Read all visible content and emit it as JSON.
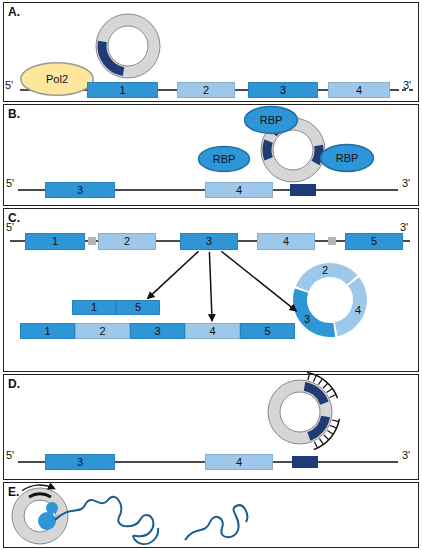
{
  "diagram": {
    "nodes": [
      {
        "text": [
          "A."
        ]
      },
      {
        "text": [
          "Pol2"
        ],
        "in": 0
      },
      {
        "text": [
          "1"
        ],
        "in": 0
      },
      {
        "text": [
          "2"
        ],
        "in": 0
      },
      {
        "text": [
          "3"
        ],
        "in": 0
      },
      {
        "text": [
          "4"
        ],
        "in": 0
      },
      {
        "text": [
          "B."
        ]
      },
      {
        "text": [
          "RBP"
        ],
        "in": 6
      },
      {
        "text": [
          "RBP"
        ],
        "in": 6
      },
      {
        "text": [
          "RBP"
        ],
        "in": 6
      },
      {
        "text": [
          "3"
        ],
        "in": 6
      },
      {
        "text": [
          "4"
        ],
        "in": 6
      },
      {
        "text": [
          "C."
        ]
      },
      {
        "text": [
          "1"
        ],
        "in": 12
      },
      {
        "text": [
          "2"
        ],
        "in": 12
      },
      {
        "text": [
          "3"
        ],
        "in": 12
      },
      {
        "text": [
          "4"
        ],
        "in": 12
      },
      {
        "text": [
          "5"
        ],
        "in": 12
      },
      {
        "text": [
          "1"
        ],
        "in": 12
      },
      {
        "text": [
          "5"
        ],
        "in": 12
      },
      {
        "text": [
          "2"
        ],
        "in": 12
      },
      {
        "text": [
          "4"
        ],
        "in": 12
      },
      {
        "text": [
          "3"
        ],
        "in": 12
      },
      {
        "text": [
          "1"
        ],
        "in": 12
      },
      {
        "text": [
          "2"
        ],
        "in": 12
      },
      {
        "text": [
          "3"
        ],
        "in": 12
      },
      {
        "text": [
          "4"
        ],
        "in": 12
      },
      {
        "text": [
          "5"
        ],
        "in": 12
      },
      {
        "text": [
          "D."
        ]
      },
      {
        "text": [
          "3"
        ],
        "in": 28
      },
      {
        "text": [
          "4"
        ],
        "in": 28
      },
      {
        "text": [
          "E."
        ]
      }
    ],
    "edges": [
      {
        "from": 15,
        "to": 19,
        "arrow": "to"
      },
      {
        "from": 15,
        "to": 26,
        "arrow": "to"
      },
      {
        "from": 15,
        "to": 22,
        "arrow": "to"
      }
    ],
    "labels": [
      "5'",
      "3'",
      "5'",
      "3'",
      "5'",
      "3'",
      "5'",
      "3'"
    ]
  }
}
